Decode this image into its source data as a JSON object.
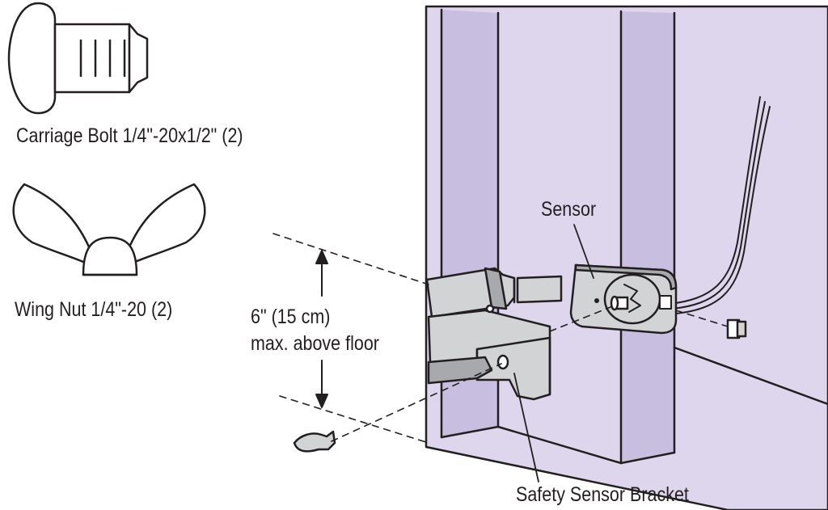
{
  "labels": {
    "carriage_bolt": "Carriage Bolt 1/4\"-20x1/2\" (2)",
    "wing_nut": "Wing Nut 1/4\"-20 (2)",
    "sensor": "Sensor",
    "height_line1": "6\" (15 cm)",
    "height_line2": "max. above floor",
    "bracket": "Safety Sensor Bracket"
  },
  "colors": {
    "wall_fill": "#ddd6ec",
    "wall_track": "#c8bfe0",
    "line": "#231f20",
    "metal_fill": "#d2d3d5",
    "metal_dark": "#a7a9ac",
    "background": "#ffffff"
  }
}
